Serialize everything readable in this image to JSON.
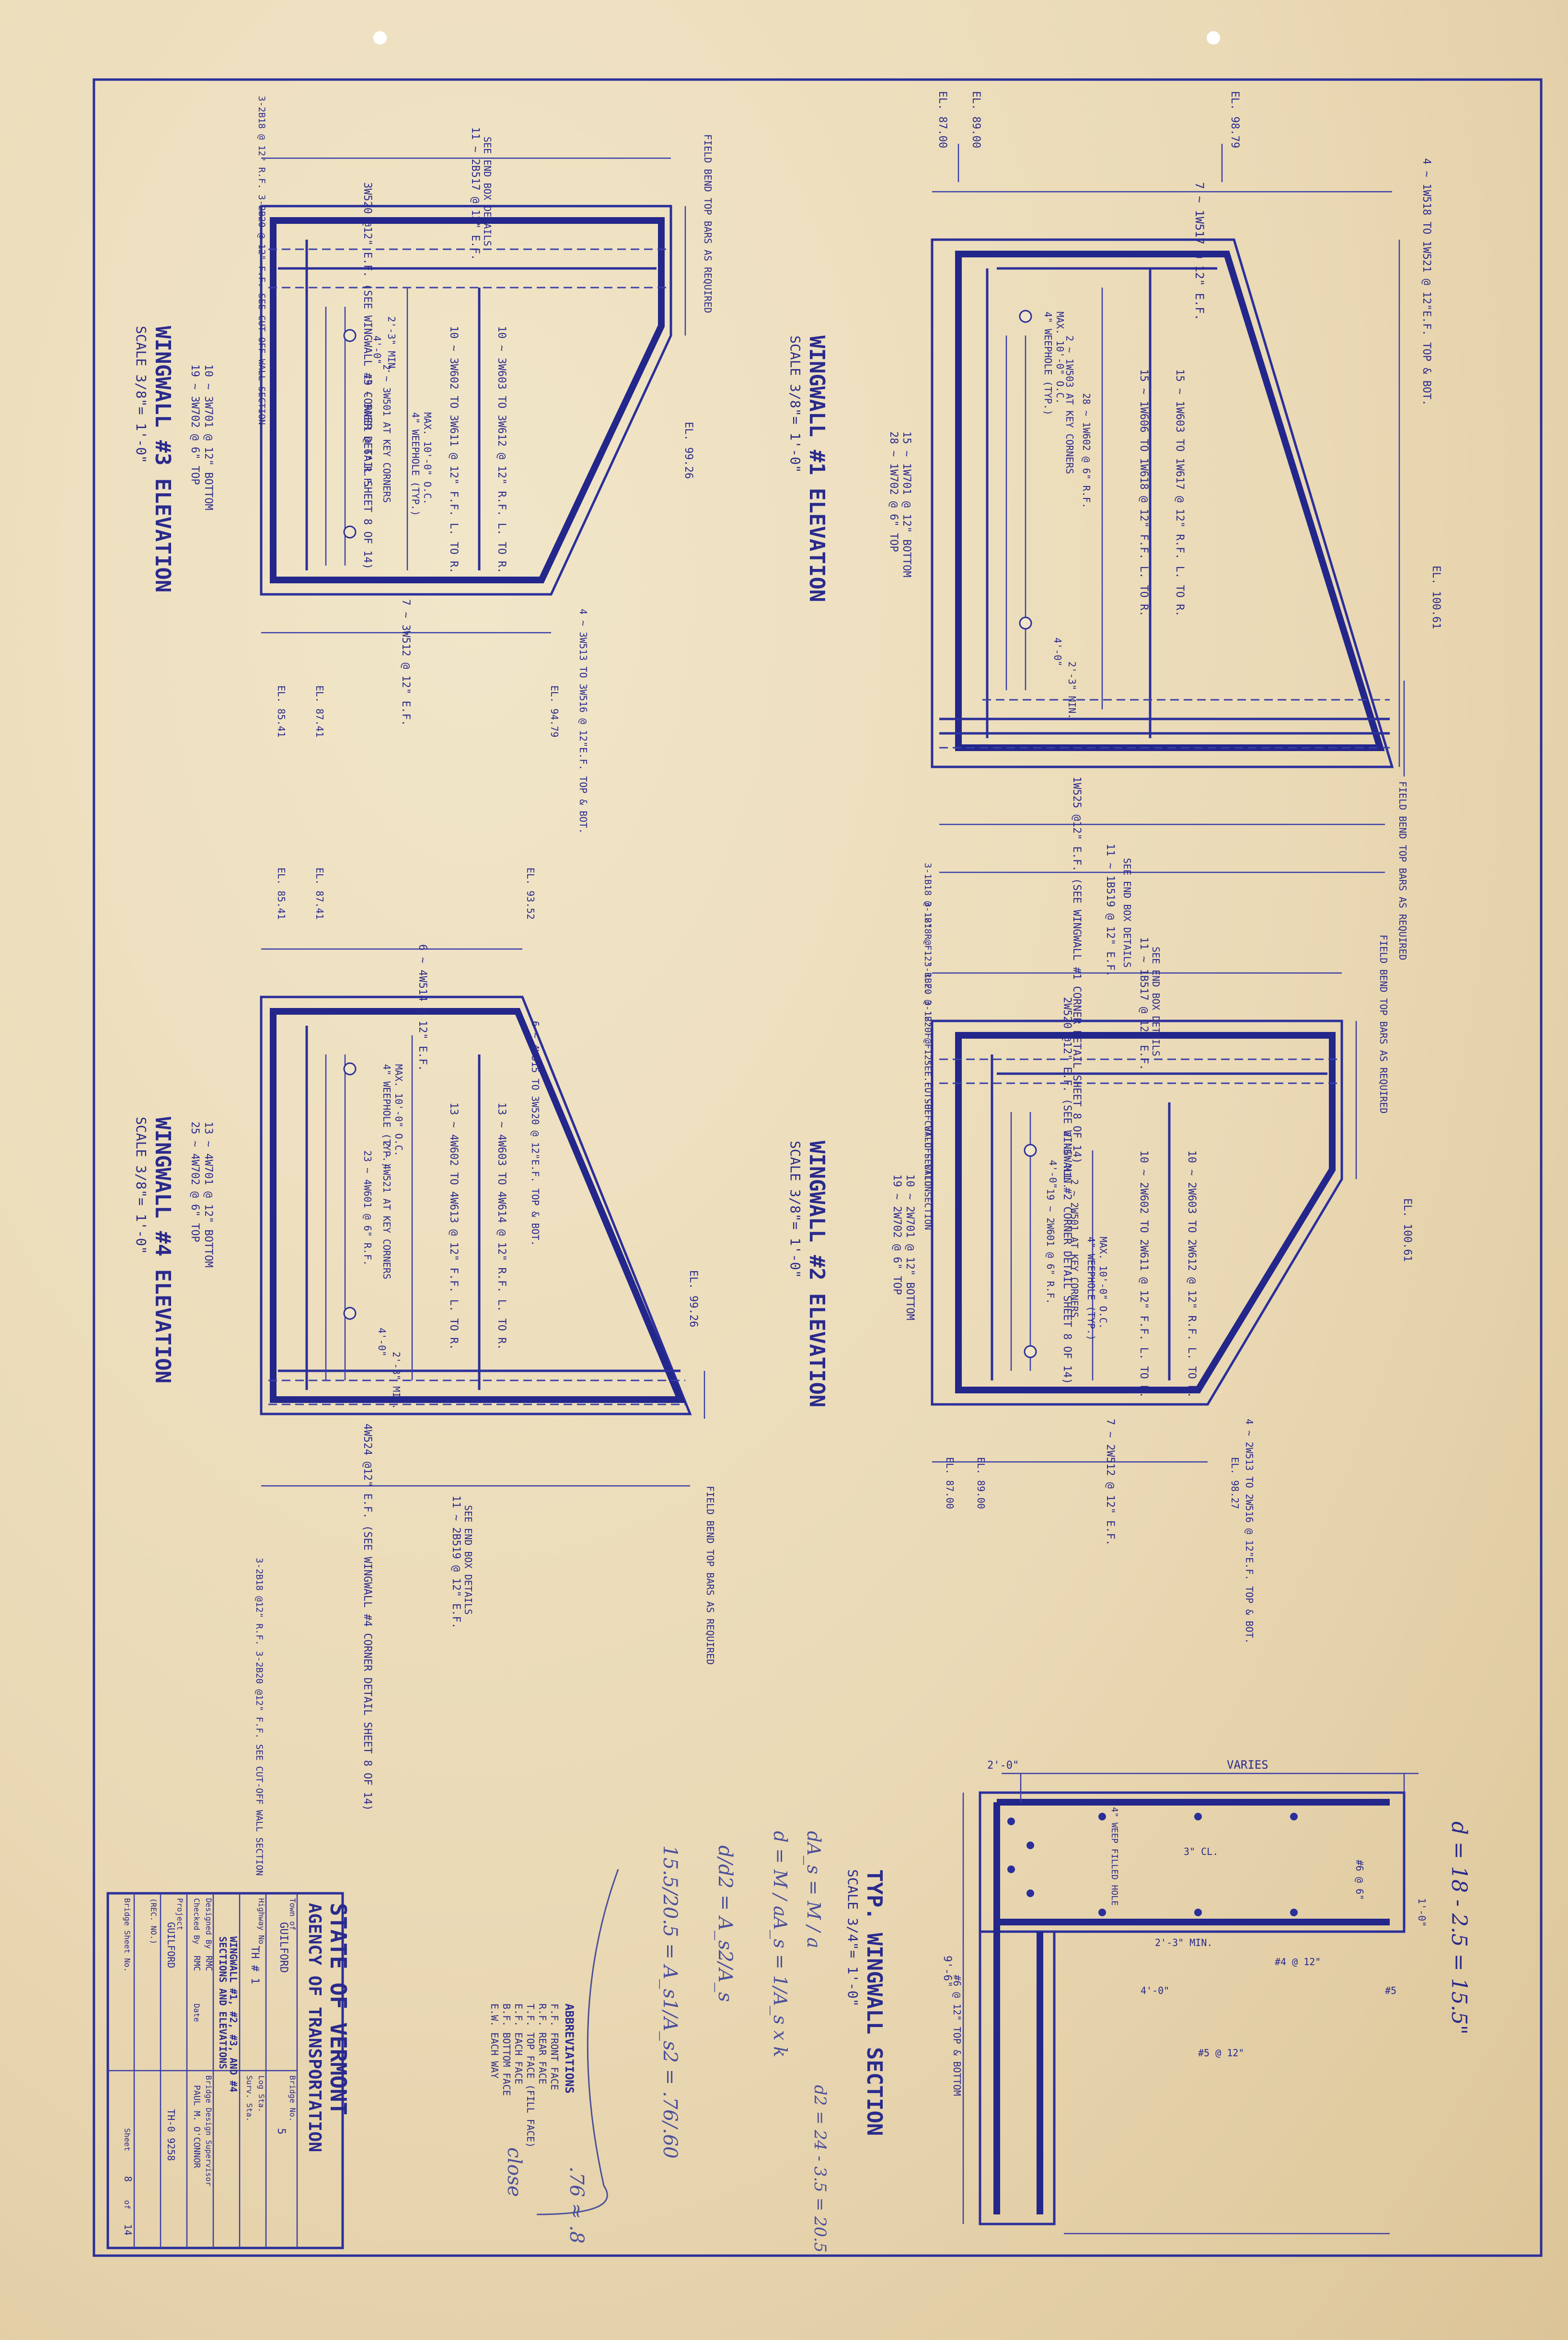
{
  "wingwall1": {
    "title": "WINGWALL #1 ELEVATION",
    "scale": "SCALE 3/8\"= 1'-0\"",
    "top_bars": "7 ~ 1W517 @ 12\" E.F.",
    "corner_note": "4 ~ 1W518 TO 1W521 @ 12\"E.F. TOP & BOT.",
    "horiz_bars": "1W525 @12\" E.F. (SEE WINGWALL #1 CORNER DETAIL SHEET 8 OF 14)",
    "end_bars": "11 ~ 1B519 @ 12\" E.F.",
    "end_box": "SEE END BOX DETAILS",
    "vert_bars_a": "15 ~ 1W603 TO 1W617 @ 12\" R.F. L. TO R.",
    "vert_bars_b": "15 ~ 1W606 TO 1W618 @ 12\" F.F. L. TO R.",
    "bottom_bars": "28 ~ 1W702 @ 6\" TOP",
    "bottom_bars_b": "15 ~ 1W701 @ 12\" BOTTOM",
    "key_corners": "2 ~ 1W503 AT KEY CORNERS",
    "weephole": "4\" WEEPHOLE (TYP.)",
    "weephole_max": "MAX. 10'-0\" O.C.",
    "rf": "28 ~ 1W602 @ 6\" R.F.",
    "el_top": "EL. 100.61",
    "el_a": "EL. 87.00",
    "el_b": "EL. 89.00",
    "el_c": "EL. 98.79",
    "min": "2'-3\" MIN.",
    "dim": "4'-0\"",
    "field_bend": "FIELD BEND TOP BARS AS REQUIRED",
    "cutoff": "3-1B18 @ 12\" R.F. 3-1B20 @ 12\" F.F. SEE CUT-OFF WALL SECTION"
  },
  "wingwall2": {
    "title": "WINGWALL #2 ELEVATION",
    "scale": "SCALE 3/8\"= 1'-0\"",
    "top_bars": "11 ~ 1B517 @ 12\" E.F.",
    "end_box": "SEE END BOX DETAILS",
    "horiz_bars": "2W520 @12\" E.F. (SEE WINGWALL #2 CORNER DETAIL SHEET 8 OF 14)",
    "bottom_bars": "7 ~ 2W512 @ 12\" E.F.",
    "corner_note": "4 ~ 2W513 TO 2W516 @ 12\"E.F. TOP & BOT.",
    "vert_bars_a": "10 ~ 2W603 TO 2W612 @ 12\" R.F. L. TO R.",
    "vert_bars_b": "10 ~ 2W602 TO 2W611 @ 12\" F.F. L. TO R.",
    "key_corners": "2 ~ 2W501 AT KEY CORNERS",
    "rf": "19 ~ 2W601 @ 6\" R.F.",
    "weephole": "4\" WEEPHOLE (TYP.)",
    "weephole_max": "MAX. 10'-0\" O.C.",
    "el_top": "EL. 100.61",
    "el_a": "EL. 87.00",
    "el_b": "EL. 89.00",
    "el_c": "EL. 98.27",
    "min": "2'-3\" MIN.",
    "dim": "4'-0\"",
    "bot_main": "19 ~ 2W702 @ 6\" TOP",
    "bot_main_b": "10 ~ 2W701 @ 12\" BOTTOM",
    "field_bend": "FIELD BEND TOP BARS AS REQUIRED",
    "cutoff": "3-1B18 @ 12\" R.F. 3-1B20 @ 12\" F.F. SEE CUT-OFF WALL SECTION"
  },
  "wingwall3": {
    "title": "WINGWALL #3 ELEVATION",
    "scale": "SCALE 3/8\"= 1'-0\"",
    "top_bars": "11 ~ 2B517 @ 12\" E.F.",
    "end_box": "SEE END BOX DETAILS",
    "horiz_bars": "3W520 @12\" E.F. (SEE WINGWALL #3 CORNER DETAIL SHEET 8 OF 14)",
    "bottom_bars": "7 ~ 3W512 @ 12\" E.F.",
    "corner_note": "4 ~ 3W513 TO 3W516 @ 12\"E.F. TOP & BOT.",
    "vert_bars_a": "10 ~ 3W603 TO 3W612 @ 12\" R.F. L. TO R.",
    "vert_bars_b": "10 ~ 3W602 TO 3W611 @ 12\" F.F. L. TO R.",
    "key_corners": "2 ~ 3W501 AT KEY CORNERS",
    "rf": "19 ~ 3W601 @ 6\" R.F.",
    "weephole": "4\" WEEPHOLE (TYP.)",
    "weephole_max": "MAX. 10'-0\" O.C.",
    "bot_main": "19 ~ 3W702 @ 6\" TOP",
    "bot_main_b": "10 ~ 3W701 @ 12\" BOTTOM",
    "el_top": "EL. 99.26",
    "el_a": "EL. 85.41",
    "el_b": "EL. 87.41",
    "el_c": "EL. 94.79",
    "min": "2'-3\" MIN.",
    "dim": "4'-0\"",
    "field_bend": "FIELD BEND TOP BARS AS REQUIRED",
    "cutoff": "3-2B18 @ 12\" R.F. 3-2B20 @ 12\" F.F. SEE CUT-OFF WALL SECTION"
  },
  "wingwall4": {
    "title": "WINGWALL #4 ELEVATION",
    "scale": "SCALE 3/8\"= 1'-0\"",
    "top_bars": "6 ~ 4W514 @ 12\" E.F.",
    "corner_note": "6 ~ 4W515 TO 3W520 @ 12\"E.F. TOP & BOT.",
    "horiz_bars": "4W524 @12\" E.F. (SEE WINGWALL #4 CORNER DETAIL SHEET 8 OF 14)",
    "end_bars": "11 ~ 2B519 @ 12\" E.F.",
    "end_box": "SEE END BOX DETAILS",
    "vert_bars_a": "13 ~ 4W603 TO 4W614 @ 12\" R.F. L. TO R.",
    "vert_bars_b": "13 ~ 4W602 TO 4W613 @ 12\" F.F. L. TO R.",
    "key_corners": "2 ~ 4W521 AT KEY CORNERS",
    "rf": "23 ~ 4W601 @ 6\" R.F.",
    "weephole": "4\" WEEPHOLE (TYP.)",
    "weephole_max": "MAX. 10'-0\" O.C.",
    "bot_main": "25 ~ 4W702 @ 6\" TOP",
    "bot_main_b": "13 ~ 4W701 @ 12\" BOTTOM",
    "el_top": "EL. 99.26",
    "el_a": "EL. 85.41",
    "el_b": "EL. 87.41",
    "el_c": "EL. 93.52",
    "min": "2'-3\" MIN.",
    "dim": "4'-0\"",
    "field_bend": "FIELD BEND TOP BARS AS REQUIRED",
    "cutoff": "3-2B18 @12\" R.F. 3-2B20 @12\" F.F. SEE CUT-OFF WALL SECTION"
  },
  "section": {
    "title": "TYP. WINGWALL SECTION",
    "scale": "SCALE 3/4\"= 1'-0\"",
    "varies": "VARIES",
    "dim_top": "2'-0\"",
    "dim_base": "9'-6\"",
    "dim_min": "2'-3\" MIN.",
    "dim_4": "4'-0\"",
    "dim_1": "1'-0\"",
    "clr": "3\" CL.",
    "bar5": "#5 @ 12\"",
    "bar6": "#6 @ 6\"",
    "bar6b": "#6 @ 12\" TOP & BOTTOM",
    "bar4": "#4 @ 12\"",
    "weep": "4\" WEEP FILLED HOLE",
    "bar_label": "#5"
  },
  "abbreviations": {
    "heading": "ABBREVIATIONS",
    "items": [
      "F.F.  FRONT FACE",
      "R.F.  REAR FACE",
      "T.F.  TOP FACE (FILL FACE)",
      "E.F.  EACH FACE",
      "B.F.  BOTTOM FACE",
      "E.W.  EACH WAY"
    ]
  },
  "title_block": {
    "agency_1": "STATE OF VERMONT",
    "agency_2": "AGENCY OF TRANSPORTATION",
    "town_label": "Town of",
    "town": "GUILFORD",
    "bridge_label": "Bridge No.",
    "bridge_no": "5",
    "highway_label": "Highway No.",
    "highway": "TH # 1",
    "log_label": "Log Sta.",
    "survey_label": "Surv. Sta.",
    "sheet_title_1": "WINGWALL #1, #2, #3, AND #4",
    "sheet_title_2": "SECTIONS AND ELEVATIONS",
    "designed_label": "Designed By",
    "designed": "RMC",
    "bridge_design": "Bridge Design Supervisor",
    "checked_label": "Checked By",
    "checked": "RMC",
    "date_label": "Date",
    "engineer": "PAUL M. O'CONNOR",
    "project_label": "Project",
    "project": "GUILFORD",
    "project_no": "TH-0 9258",
    "rec_label": "(REC. NO.)",
    "bridge_sheet_label": "Bridge Sheet No.",
    "sheet_label": "Sheet",
    "sheet_no": "8",
    "of_label": "of",
    "total": "14"
  },
  "handwritten": {
    "d_line": "d = 18 - 2.5 = 15.5\"",
    "eq1": "dA_s = M / a",
    "eq2": "d = M / aA_s = 1/A_s x k",
    "eq3": "d/d2 = A_s2/A_s",
    "eq4": "15.5/20.5 = A_s1/A_s2 = .76/.60",
    "eq5": ".76 ≈ .8",
    "eq6": "close",
    "d2": "d2 = 24 - 3.5 = 20.5"
  }
}
